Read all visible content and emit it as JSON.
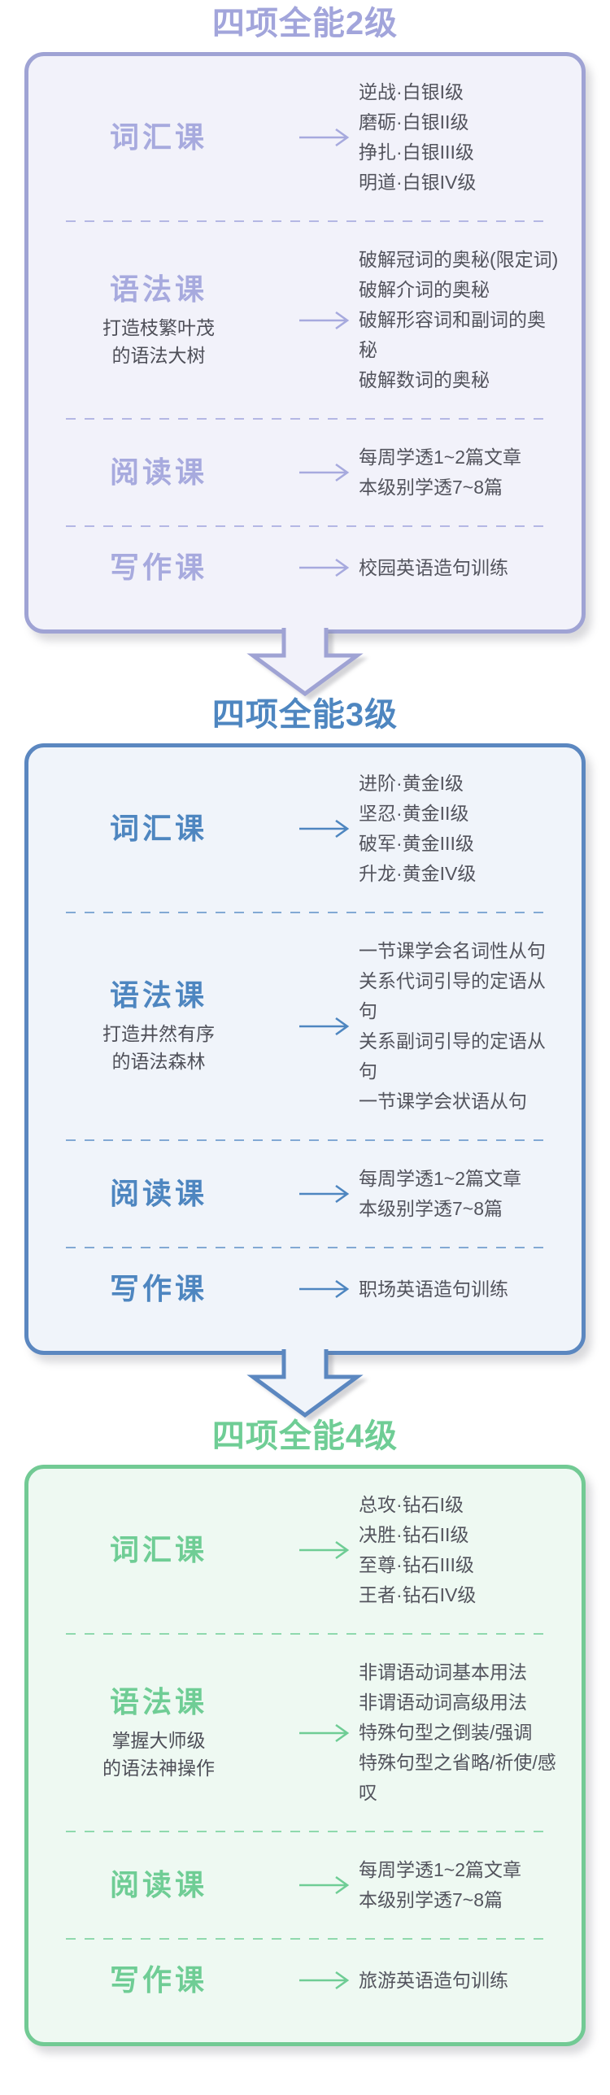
{
  "page": {
    "background": "#ffffff"
  },
  "icons": {
    "row_arrow": "arrow-right-icon",
    "connector": "arrow-down-icon"
  },
  "levels": [
    {
      "title": "四项全能2级",
      "theme": {
        "accent": "#a7aade",
        "border": "#9fa3d4",
        "bg": "#f2f2fa",
        "dash": "#b4b7e4",
        "title_color": "#a2a5db"
      },
      "has_connector": true,
      "rows": [
        {
          "label": "词汇课",
          "subtitle": [],
          "items": [
            "逆战·白银I级",
            "磨砺·白银II级",
            "挣扎·白银III级",
            "明道·白银IV级"
          ]
        },
        {
          "label": "语法课",
          "subtitle": [
            "打造枝繁叶茂",
            "的语法大树"
          ],
          "items": [
            "破解冠词的奥秘(限定词)",
            "破解介词的奥秘",
            "破解形容词和副词的奥秘",
            "破解数词的奥秘"
          ]
        },
        {
          "label": "阅读课",
          "subtitle": [],
          "items": [
            "每周学透1~2篇文章",
            "本级别学透7~8篇"
          ]
        },
        {
          "label": "写作课",
          "subtitle": [],
          "items": [
            "校园英语造句训练"
          ]
        }
      ]
    },
    {
      "title": "四项全能3级",
      "theme": {
        "accent": "#4e86c0",
        "border": "#5b87c0",
        "bg": "#f0f4fa",
        "dash": "#82a9d4",
        "title_color": "#4e86c0"
      },
      "has_connector": true,
      "rows": [
        {
          "label": "词汇课",
          "subtitle": [],
          "items": [
            "进阶·黄金I级",
            "坚忍·黄金II级",
            "破军·黄金III级",
            "升龙·黄金IV级"
          ]
        },
        {
          "label": "语法课",
          "subtitle": [
            "打造井然有序",
            "的语法森林"
          ],
          "items": [
            "一节课学会名词性从句",
            "关系代词引导的定语从句",
            "关系副词引导的定语从句",
            "一节课学会状语从句"
          ]
        },
        {
          "label": "阅读课",
          "subtitle": [],
          "items": [
            "每周学透1~2篇文章",
            "本级别学透7~8篇"
          ]
        },
        {
          "label": "写作课",
          "subtitle": [],
          "items": [
            "职场英语造句训练"
          ]
        }
      ]
    },
    {
      "title": "四项全能4级",
      "theme": {
        "accent": "#6fcd95",
        "border": "#72ca94",
        "bg": "#eef9f2",
        "dash": "#8fd9ad",
        "title_color": "#6fcd95"
      },
      "has_connector": false,
      "rows": [
        {
          "label": "词汇课",
          "subtitle": [],
          "items": [
            "总攻·钻石I级",
            "决胜·钻石II级",
            "至尊·钻石III级",
            "王者·钻石IV级"
          ]
        },
        {
          "label": "语法课",
          "subtitle": [
            "掌握大师级",
            "的语法神操作"
          ],
          "items": [
            "非谓语动词基本用法",
            "非谓语动词高级用法",
            "特殊句型之倒装/强调",
            "特殊句型之省略/祈使/感叹"
          ]
        },
        {
          "label": "阅读课",
          "subtitle": [],
          "items": [
            "每周学透1~2篇文章",
            "本级别学透7~8篇"
          ]
        },
        {
          "label": "写作课",
          "subtitle": [],
          "items": [
            "旅游英语造句训练"
          ]
        }
      ]
    }
  ]
}
